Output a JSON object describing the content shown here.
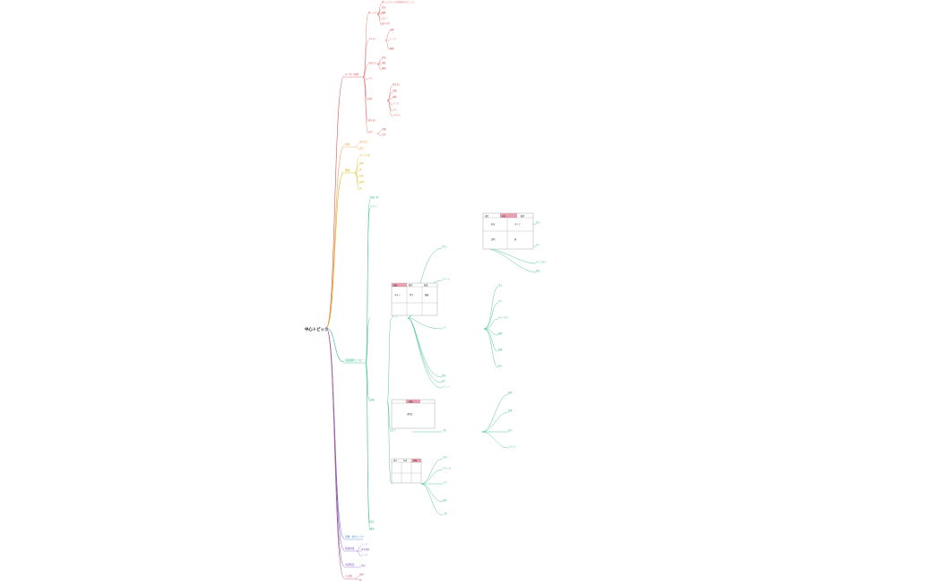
{
  "colors": {
    "background": "#ffffff",
    "red": "#d9534f",
    "orange": "#f0a04b",
    "yellow": "#d4b100",
    "green": "#2eb88a",
    "blue": "#4a7fd0",
    "purple": "#8a5cc8",
    "magenta": "#c0507a",
    "pinkfill": "#e8a0b0"
  },
  "root": {
    "label": "中心トピック"
  },
  "branches": {
    "b1": "ユーザー操作",
    "b2": "構成",
    "b3": "種類",
    "b4": "画面遷移とフロー",
    "b5": "画像・参考リンク",
    "b6": "関連情報",
    "b7": "用語解説",
    "b8": "その他"
  },
  "texts": {
    "r1": "新しいトピックを追加するとここに",
    "r2": "追加",
    "r3": "削除",
    "r4": "コピー",
    "r5": "貼り付け",
    "r6": "移動",
    "r7": "新しい子トピック",
    "r8": "兄弟トピック",
    "r9": "テキスト",
    "r10": "画像",
    "r11": "リンク",
    "r12": "メモ",
    "r13": "保存",
    "r14": "書き出し",
    "r15": "印刷",
    "r16": "共有",
    "o1": "保存形式",
    "o2": "設定",
    "y1": "タイプ一覧",
    "y2": "説明",
    "y3": "例",
    "y4": "注意",
    "g1": "画面一覧",
    "g2": "ログイン",
    "g3": "ホーム",
    "g4": "詳細",
    "g5": "設定",
    "g6": "確認",
    "g7": "完了",
    "g8": "エラー",
    "g9": "戻る",
    "g10": "次へ",
    "g11": "キャンセル",
    "g12": "ボタン",
    "g13": "フォーム",
    "g14": "入力",
    "g15": "送信",
    "g16": "表示",
    "g17": "メニュー",
    "g18": "一覧",
    "g19": "検索",
    "g20": "結果",
    "t1h1": "項目",
    "t1h2": "内容",
    "t1h3": "備考",
    "t1c1": "名前",
    "t1c2": "タイプ",
    "t1c3": "説明",
    "t1c4": "値",
    "t2h1": "画面",
    "t2h2": "操作",
    "t2h3": "結果",
    "t2c1": "ボタン",
    "t2c2": "押下",
    "t2c3": "遷移",
    "t3h": "詳細",
    "t3c": "説明文",
    "t4h1": "番号",
    "t4h2": "名称",
    "t4h3": "状態",
    "p1": "リンク",
    "p2": "参考資料",
    "m1": "用語"
  }
}
